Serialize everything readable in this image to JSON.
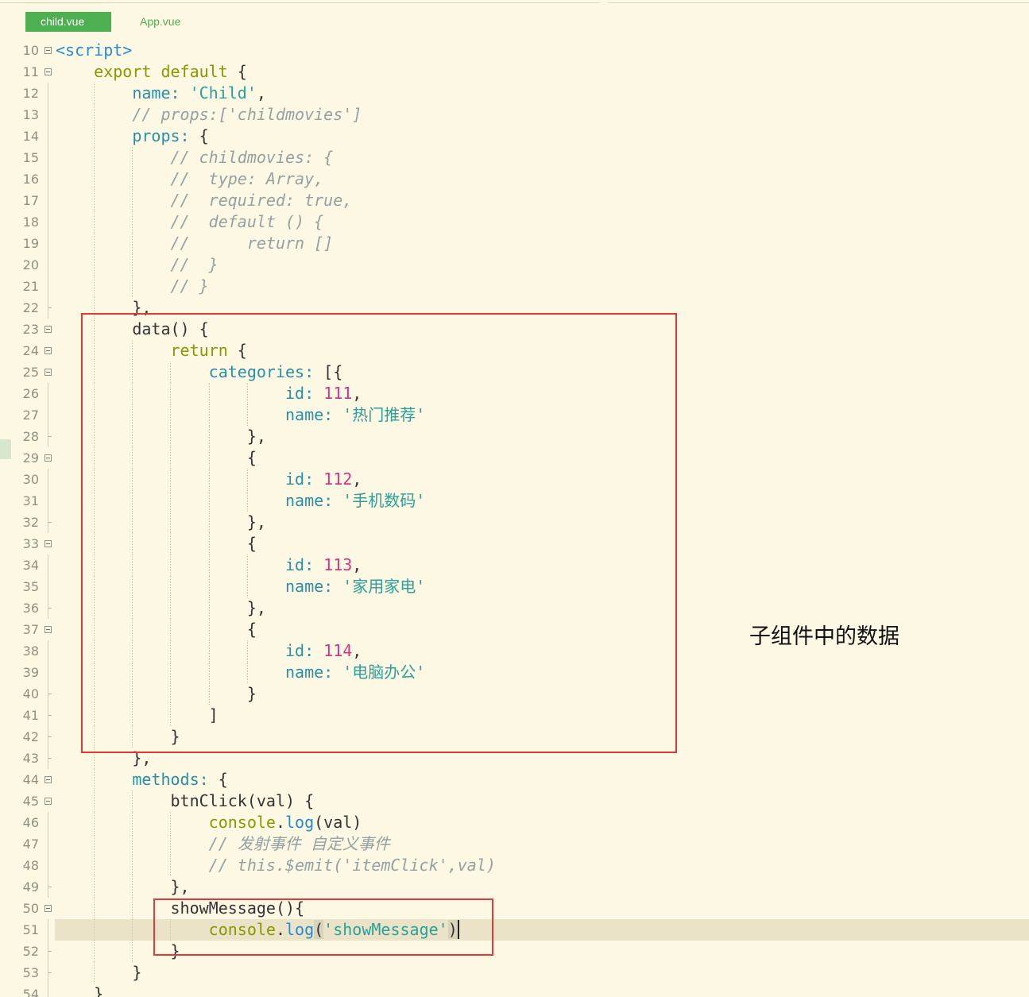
{
  "colors": {
    "background": "#fdf8e4",
    "current_line": "#ebe3c8",
    "tab_active": "#4caf50",
    "annotation_border": "#e53935",
    "line_number": "#8f9080"
  },
  "tabs": [
    {
      "label": "child.vue",
      "active": true
    },
    {
      "label": "App.vue",
      "active": false
    }
  ],
  "annotation": {
    "text": "子组件中的数据"
  },
  "code": {
    "lines": [
      {
        "n": 10,
        "fold_start": true,
        "tokens": [
          {
            "t": "<script>",
            "c": "#268bd2"
          }
        ]
      },
      {
        "n": 11,
        "fold_start": true,
        "tokens": [
          {
            "t": "    "
          },
          {
            "t": "export default",
            "c": "#859900"
          },
          {
            "t": " {",
            "c": "#333333"
          }
        ]
      },
      {
        "n": 12,
        "tokens": [
          {
            "t": "        "
          },
          {
            "t": "name:",
            "c": "#2590a6"
          },
          {
            "t": " "
          },
          {
            "t": "'Child'",
            "c": "#2aa198"
          },
          {
            "t": ",",
            "c": "#333333"
          }
        ]
      },
      {
        "n": 13,
        "tokens": [
          {
            "t": "        "
          },
          {
            "t": "// props:['childmovies']",
            "c": "#93a1a1",
            "i": true
          }
        ]
      },
      {
        "n": 14,
        "tokens": [
          {
            "t": "        "
          },
          {
            "t": "props:",
            "c": "#2590a6"
          },
          {
            "t": " {",
            "c": "#333333"
          }
        ]
      },
      {
        "n": 15,
        "tokens": [
          {
            "t": "            "
          },
          {
            "t": "// childmovies: {",
            "c": "#93a1a1",
            "i": true
          }
        ]
      },
      {
        "n": 16,
        "tokens": [
          {
            "t": "            "
          },
          {
            "t": "//  type: Array,",
            "c": "#93a1a1",
            "i": true
          }
        ]
      },
      {
        "n": 17,
        "tokens": [
          {
            "t": "            "
          },
          {
            "t": "//  required: true,",
            "c": "#93a1a1",
            "i": true
          }
        ]
      },
      {
        "n": 18,
        "tokens": [
          {
            "t": "            "
          },
          {
            "t": "//  default () {",
            "c": "#93a1a1",
            "i": true
          }
        ]
      },
      {
        "n": 19,
        "tokens": [
          {
            "t": "            "
          },
          {
            "t": "//      return []",
            "c": "#93a1a1",
            "i": true
          }
        ]
      },
      {
        "n": 20,
        "tokens": [
          {
            "t": "            "
          },
          {
            "t": "//  }",
            "c": "#93a1a1",
            "i": true
          }
        ]
      },
      {
        "n": 21,
        "tokens": [
          {
            "t": "            "
          },
          {
            "t": "// }",
            "c": "#93a1a1",
            "i": true
          }
        ]
      },
      {
        "n": 22,
        "fold_end": true,
        "tokens": [
          {
            "t": "        "
          },
          {
            "t": "},",
            "c": "#333333"
          }
        ]
      },
      {
        "n": 23,
        "fold_start": true,
        "tokens": [
          {
            "t": "        "
          },
          {
            "t": "data() {",
            "c": "#333333"
          }
        ]
      },
      {
        "n": 24,
        "fold_start": true,
        "tokens": [
          {
            "t": "            "
          },
          {
            "t": "return",
            "c": "#859900"
          },
          {
            "t": " {",
            "c": "#333333"
          }
        ]
      },
      {
        "n": 25,
        "fold_start": true,
        "tokens": [
          {
            "t": "                "
          },
          {
            "t": "categories:",
            "c": "#2590a6"
          },
          {
            "t": " [{",
            "c": "#333333"
          }
        ]
      },
      {
        "n": 26,
        "tokens": [
          {
            "t": "                        "
          },
          {
            "t": "id:",
            "c": "#2590a6"
          },
          {
            "t": " "
          },
          {
            "t": "111",
            "c": "#d33682"
          },
          {
            "t": ",",
            "c": "#333333"
          }
        ]
      },
      {
        "n": 27,
        "tokens": [
          {
            "t": "                        "
          },
          {
            "t": "name:",
            "c": "#2590a6"
          },
          {
            "t": " "
          },
          {
            "t": "'热门推荐'",
            "c": "#2aa198"
          }
        ]
      },
      {
        "n": 28,
        "fold_end": true,
        "tokens": [
          {
            "t": "                    "
          },
          {
            "t": "},",
            "c": "#333333"
          }
        ]
      },
      {
        "n": 29,
        "fold_start": true,
        "tokens": [
          {
            "t": "                    "
          },
          {
            "t": "{",
            "c": "#333333"
          }
        ]
      },
      {
        "n": 30,
        "tokens": [
          {
            "t": "                        "
          },
          {
            "t": "id:",
            "c": "#2590a6"
          },
          {
            "t": " "
          },
          {
            "t": "112",
            "c": "#d33682"
          },
          {
            "t": ",",
            "c": "#333333"
          }
        ]
      },
      {
        "n": 31,
        "tokens": [
          {
            "t": "                        "
          },
          {
            "t": "name:",
            "c": "#2590a6"
          },
          {
            "t": " "
          },
          {
            "t": "'手机数码'",
            "c": "#2aa198"
          }
        ]
      },
      {
        "n": 32,
        "fold_end": true,
        "tokens": [
          {
            "t": "                    "
          },
          {
            "t": "},",
            "c": "#333333"
          }
        ]
      },
      {
        "n": 33,
        "fold_start": true,
        "tokens": [
          {
            "t": "                    "
          },
          {
            "t": "{",
            "c": "#333333"
          }
        ]
      },
      {
        "n": 34,
        "tokens": [
          {
            "t": "                        "
          },
          {
            "t": "id:",
            "c": "#2590a6"
          },
          {
            "t": " "
          },
          {
            "t": "113",
            "c": "#d33682"
          },
          {
            "t": ",",
            "c": "#333333"
          }
        ]
      },
      {
        "n": 35,
        "tokens": [
          {
            "t": "                        "
          },
          {
            "t": "name:",
            "c": "#2590a6"
          },
          {
            "t": " "
          },
          {
            "t": "'家用家电'",
            "c": "#2aa198"
          }
        ]
      },
      {
        "n": 36,
        "fold_end": true,
        "tokens": [
          {
            "t": "                    "
          },
          {
            "t": "},",
            "c": "#333333"
          }
        ]
      },
      {
        "n": 37,
        "fold_start": true,
        "tokens": [
          {
            "t": "                    "
          },
          {
            "t": "{",
            "c": "#333333"
          }
        ]
      },
      {
        "n": 38,
        "tokens": [
          {
            "t": "                        "
          },
          {
            "t": "id:",
            "c": "#2590a6"
          },
          {
            "t": " "
          },
          {
            "t": "114",
            "c": "#d33682"
          },
          {
            "t": ",",
            "c": "#333333"
          }
        ]
      },
      {
        "n": 39,
        "tokens": [
          {
            "t": "                        "
          },
          {
            "t": "name:",
            "c": "#2590a6"
          },
          {
            "t": " "
          },
          {
            "t": "'电脑办公'",
            "c": "#2aa198"
          }
        ]
      },
      {
        "n": 40,
        "fold_end": true,
        "tokens": [
          {
            "t": "                    "
          },
          {
            "t": "}",
            "c": "#333333"
          }
        ]
      },
      {
        "n": 41,
        "fold_end": true,
        "tokens": [
          {
            "t": "                "
          },
          {
            "t": "]",
            "c": "#333333"
          }
        ]
      },
      {
        "n": 42,
        "fold_end": true,
        "tokens": [
          {
            "t": "            "
          },
          {
            "t": "}",
            "c": "#333333"
          }
        ]
      },
      {
        "n": 43,
        "fold_end": true,
        "tokens": [
          {
            "t": "        "
          },
          {
            "t": "},",
            "c": "#333333"
          }
        ]
      },
      {
        "n": 44,
        "fold_start": true,
        "tokens": [
          {
            "t": "        "
          },
          {
            "t": "methods:",
            "c": "#2590a6"
          },
          {
            "t": " {",
            "c": "#333333"
          }
        ]
      },
      {
        "n": 45,
        "fold_start": true,
        "tokens": [
          {
            "t": "            "
          },
          {
            "t": "btnClick(val) {",
            "c": "#333333"
          }
        ]
      },
      {
        "n": 46,
        "tokens": [
          {
            "t": "                "
          },
          {
            "t": "console",
            "c": "#859900"
          },
          {
            "t": ".",
            "c": "#333333"
          },
          {
            "t": "log",
            "c": "#268bd2"
          },
          {
            "t": "(val)",
            "c": "#333333"
          }
        ]
      },
      {
        "n": 47,
        "tokens": [
          {
            "t": "                "
          },
          {
            "t": "// 发射事件 自定义事件",
            "c": "#93a1a1",
            "i": true
          }
        ]
      },
      {
        "n": 48,
        "tokens": [
          {
            "t": "                "
          },
          {
            "t": "// this.$emit('itemClick',val)",
            "c": "#93a1a1",
            "i": true
          }
        ]
      },
      {
        "n": 49,
        "fold_end": true,
        "tokens": [
          {
            "t": "            "
          },
          {
            "t": "},",
            "c": "#333333"
          }
        ]
      },
      {
        "n": 50,
        "fold_start": true,
        "tokens": [
          {
            "t": "            "
          },
          {
            "t": "showMessage(){",
            "c": "#333333"
          }
        ]
      },
      {
        "n": 51,
        "current": true,
        "tokens": [
          {
            "t": "                "
          },
          {
            "t": "console",
            "c": "#859900"
          },
          {
            "t": ".",
            "c": "#333333"
          },
          {
            "t": "log",
            "c": "#268bd2"
          },
          {
            "t": "(",
            "c": "#333333",
            "m": true
          },
          {
            "t": "'showMessage'",
            "c": "#2aa198"
          },
          {
            "t": ")",
            "c": "#333333",
            "m": true
          }
        ]
      },
      {
        "n": 52,
        "fold_end": true,
        "tokens": [
          {
            "t": "            "
          },
          {
            "t": "}",
            "c": "#333333"
          }
        ]
      },
      {
        "n": 53,
        "fold_end": true,
        "tokens": [
          {
            "t": "        "
          },
          {
            "t": "}",
            "c": "#333333"
          }
        ]
      },
      {
        "n": 54,
        "tokens": [
          {
            "t": "    "
          },
          {
            "t": "}",
            "c": "#333333"
          }
        ]
      }
    ]
  }
}
